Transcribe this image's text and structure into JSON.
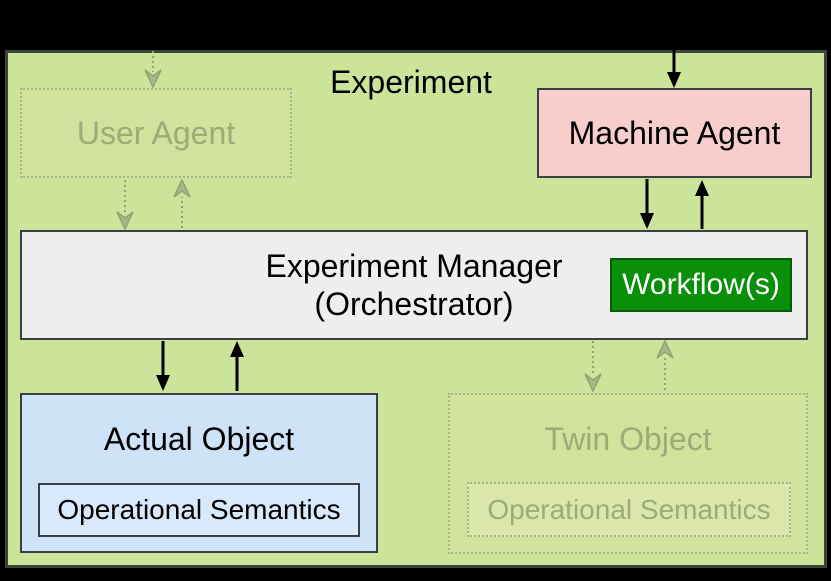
{
  "title": "Experiment",
  "nodes": {
    "user_agent": {
      "label": "User Agent",
      "state": "inactive"
    },
    "machine_agent": {
      "label": "Machine Agent",
      "state": "active"
    },
    "experiment_manager": {
      "line1": "Experiment Manager",
      "line2": "(Orchestrator)"
    },
    "workflow": {
      "label": "Workflow(s)"
    },
    "actual_object": {
      "label": "Actual Object",
      "sublabel": "Operational Semantics",
      "state": "active"
    },
    "twin_object": {
      "label": "Twin Object",
      "sublabel": "Operational Semantics",
      "state": "inactive"
    }
  },
  "colors": {
    "background": "#000000",
    "container_fill": "#cbe49a",
    "container_border": "#3c473b",
    "ghost_fill": "#d1e29d",
    "ghost_inner_fill": "#dbe7aa",
    "ghost_border": "#a7b388",
    "ghost_text": "#9dab78",
    "ghost_arrow": "#93a370",
    "ghost_arrowhead": "#aab789",
    "machine_fill": "#f8cecc",
    "manager_fill": "#eeeeee",
    "dark_border": "#3b3f44",
    "workflow_fill": "#0a8f0a",
    "workflow_border": "#0a5a0a",
    "workflow_text": "#ffffff",
    "actual_fill": "#cfe3f8",
    "actual_inner_fill": "#d8e9fb",
    "arrow_color": "#000000",
    "text_color": "#000000"
  }
}
